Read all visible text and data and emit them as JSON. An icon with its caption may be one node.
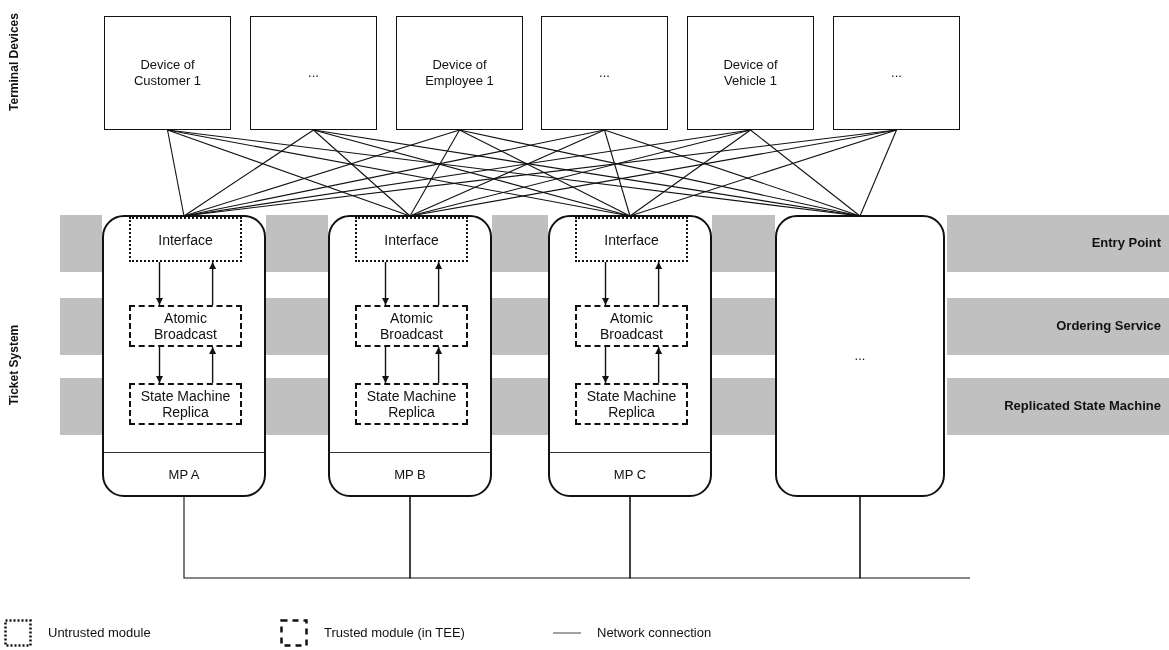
{
  "diagram": {
    "nodes": [
      {
        "text": [
          "Device of Customer 1"
        ]
      },
      {
        "text": [
          "..."
        ]
      },
      {
        "text": [
          "Device of Employee 1"
        ]
      },
      {
        "text": [
          "..."
        ]
      },
      {
        "text": [
          "Device of Vehicle 1"
        ]
      },
      {
        "text": [
          "..."
        ]
      },
      {
        "text": [
          "Entry Point"
        ]
      },
      {
        "text": [
          "Ordering Service"
        ]
      },
      {
        "text": [
          "Replicated State Machine"
        ]
      },
      {
        "text": [
          "MP A"
        ]
      },
      {
        "text": [
          "Interface"
        ],
        "in": 9
      },
      {
        "text": [
          "Atomic Broadcast"
        ],
        "in": 9
      },
      {
        "text": [
          "State Machine Replica"
        ],
        "in": 9
      },
      {
        "text": [
          "MP B"
        ]
      },
      {
        "text": [
          "Interface"
        ],
        "in": 13
      },
      {
        "text": [
          "Atomic Broadcast"
        ],
        "in": 13
      },
      {
        "text": [
          "State Machine Replica"
        ],
        "in": 13
      },
      {
        "text": [
          "MP C"
        ]
      },
      {
        "text": [
          "Interface"
        ],
        "in": 17
      },
      {
        "text": [
          "Atomic Broadcast"
        ],
        "in": 17
      },
      {
        "text": [
          "State Machine Replica"
        ],
        "in": 17
      },
      {
        "text": [
          "..."
        ]
      }
    ],
    "edges": [
      {
        "from": 0,
        "to": 9,
        "arrow": "none"
      },
      {
        "from": 0,
        "to": 13,
        "arrow": "none"
      },
      {
        "from": 0,
        "to": 17,
        "arrow": "none"
      },
      {
        "from": 0,
        "to": 21,
        "arrow": "none"
      },
      {
        "from": 1,
        "to": 9,
        "arrow": "none"
      },
      {
        "from": 1,
        "to": 13,
        "arrow": "none"
      },
      {
        "from": 1,
        "to": 17,
        "arrow": "none"
      },
      {
        "from": 1,
        "to": 21,
        "arrow": "none"
      },
      {
        "from": 2,
        "to": 9,
        "arrow": "none"
      },
      {
        "from": 2,
        "to": 13,
        "arrow": "none"
      },
      {
        "from": 2,
        "to": 17,
        "arrow": "none"
      },
      {
        "from": 2,
        "to": 21,
        "arrow": "none"
      },
      {
        "from": 3,
        "to": 9,
        "arrow": "none"
      },
      {
        "from": 3,
        "to": 13,
        "arrow": "none"
      },
      {
        "from": 3,
        "to": 17,
        "arrow": "none"
      },
      {
        "from": 3,
        "to": 21,
        "arrow": "none"
      },
      {
        "from": 4,
        "to": 9,
        "arrow": "none"
      },
      {
        "from": 4,
        "to": 13,
        "arrow": "none"
      },
      {
        "from": 4,
        "to": 17,
        "arrow": "none"
      },
      {
        "from": 4,
        "to": 21,
        "arrow": "none"
      },
      {
        "from": 5,
        "to": 9,
        "arrow": "none"
      },
      {
        "from": 5,
        "to": 13,
        "arrow": "none"
      },
      {
        "from": 5,
        "to": 17,
        "arrow": "none"
      },
      {
        "from": 5,
        "to": 21,
        "arrow": "none"
      },
      {
        "from": 10,
        "to": 11,
        "arrow": "to"
      },
      {
        "from": 11,
        "to": 10,
        "arrow": "to"
      },
      {
        "from": 11,
        "to": 12,
        "arrow": "to"
      },
      {
        "from": 12,
        "to": 11,
        "arrow": "to"
      },
      {
        "from": 14,
        "to": 15,
        "arrow": "to"
      },
      {
        "from": 15,
        "to": 14,
        "arrow": "to"
      },
      {
        "from": 15,
        "to": 16,
        "arrow": "to"
      },
      {
        "from": 16,
        "to": 15,
        "arrow": "to"
      },
      {
        "from": 18,
        "to": 19,
        "arrow": "to"
      },
      {
        "from": 19,
        "to": 18,
        "arrow": "to"
      },
      {
        "from": 19,
        "to": 20,
        "arrow": "to"
      },
      {
        "from": 20,
        "to": 19,
        "arrow": "to"
      },
      {
        "from": 9,
        "to": 13,
        "arrow": "none"
      },
      {
        "from": 13,
        "to": 17,
        "arrow": "none"
      },
      {
        "from": 17,
        "to": 21,
        "arrow": "none"
      },
      {
        "from": 21,
        "to": null,
        "arrow": "none"
      }
    ],
    "labels": [
      "Terminal Devices",
      "Ticket System"
    ],
    "legend": [
      {
        "text": "Untrusted module"
      },
      {
        "text": "Trusted module (in TEE)"
      },
      {
        "text": "Network connection"
      }
    ]
  }
}
